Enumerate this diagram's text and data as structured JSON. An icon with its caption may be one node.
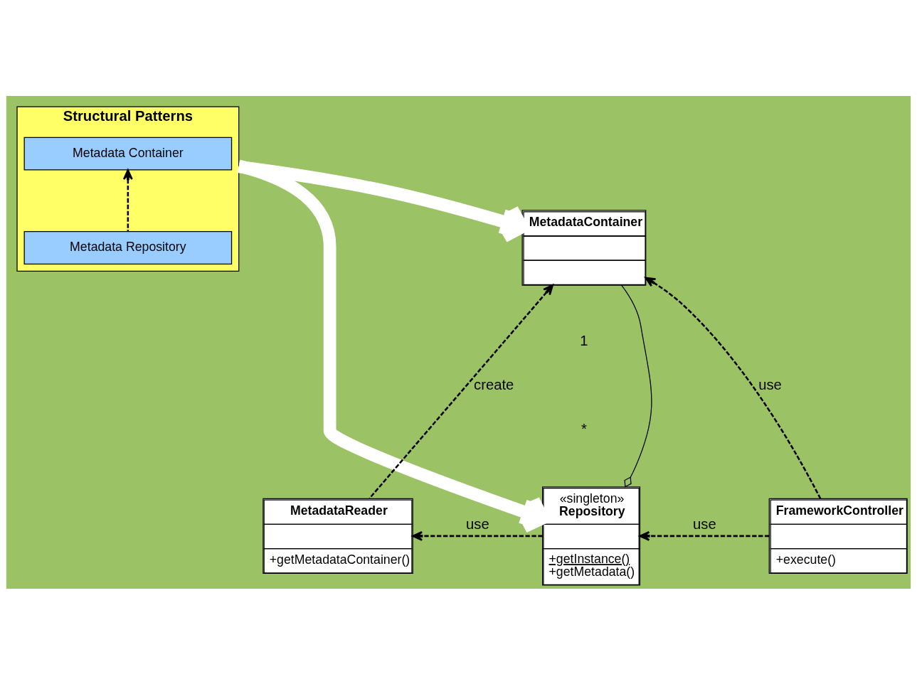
{
  "diagram": {
    "nodes": [
      {
        "text": [
          "Structural Patterns"
        ]
      },
      {
        "text": [
          "Metadata Container"
        ],
        "in": 0
      },
      {
        "text": [
          "Metadata Repository"
        ],
        "in": 0
      },
      {
        "text": [
          "MetadataContainer"
        ]
      },
      {
        "text": [
          "«singleton»",
          "Repository",
          "+getInstance()",
          "+getMetadata()"
        ]
      },
      {
        "text": [
          "MetadataReader",
          "+getMetadataContainer()"
        ]
      },
      {
        "text": [
          "FrameworkController",
          "+execute()"
        ]
      }
    ],
    "edges": [
      {
        "from": 2,
        "to": 1,
        "arrow": "to",
        "style": "dashed"
      },
      {
        "from": 0,
        "to": 3,
        "arrow": "to",
        "style": "thick",
        "color": "#ffffff"
      },
      {
        "from": 0,
        "to": 4,
        "arrow": "to",
        "style": "thick",
        "color": "#ffffff"
      },
      {
        "from": 5,
        "to": 3,
        "arrow": "to",
        "style": "dashed",
        "label": "create"
      },
      {
        "from": 6,
        "to": 3,
        "arrow": "to",
        "style": "dashed",
        "label": "use"
      },
      {
        "from": 3,
        "to": 4,
        "arrow": "other"
      },
      {
        "from": 4,
        "to": 5,
        "arrow": "to",
        "style": "dashed",
        "label": "use"
      },
      {
        "from": 6,
        "to": 4,
        "arrow": "to",
        "style": "dashed",
        "label": "use"
      }
    ],
    "labels": [
      "1",
      "*"
    ]
  }
}
